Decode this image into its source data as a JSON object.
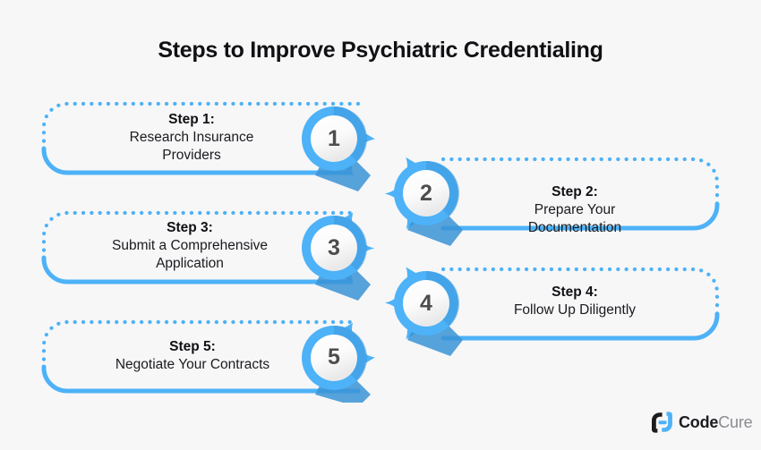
{
  "page": {
    "title": "Steps to Improve Psychiatric Credentialing",
    "background_color": "#f7f7f8",
    "accent_color": "#4db2f7",
    "accent_shadow_color": "#3a93d6",
    "number_color": "#4d4d4f",
    "heading_color": "#111114"
  },
  "steps": [
    {
      "number": "1",
      "heading": "Step 1:",
      "line1": "Research Insurance",
      "line2": "Providers",
      "side": "left"
    },
    {
      "number": "2",
      "heading": "Step 2:",
      "line1": "Prepare Your",
      "line2": "Documentation",
      "side": "right"
    },
    {
      "number": "3",
      "heading": "Step 3:",
      "line1": "Submit a Comprehensive",
      "line2": "Application",
      "side": "left"
    },
    {
      "number": "4",
      "heading": "Step 4:",
      "line1": "Follow Up Diligently",
      "line2": "",
      "side": "right"
    },
    {
      "number": "5",
      "heading": "Step 5:",
      "line1": "Negotiate Your Contracts",
      "line2": "",
      "side": "left"
    }
  ],
  "logo": {
    "name_primary": "Code",
    "name_secondary": "Cure",
    "mark_dark_color": "#1d1d20",
    "mark_blue_color": "#4db2f7"
  }
}
